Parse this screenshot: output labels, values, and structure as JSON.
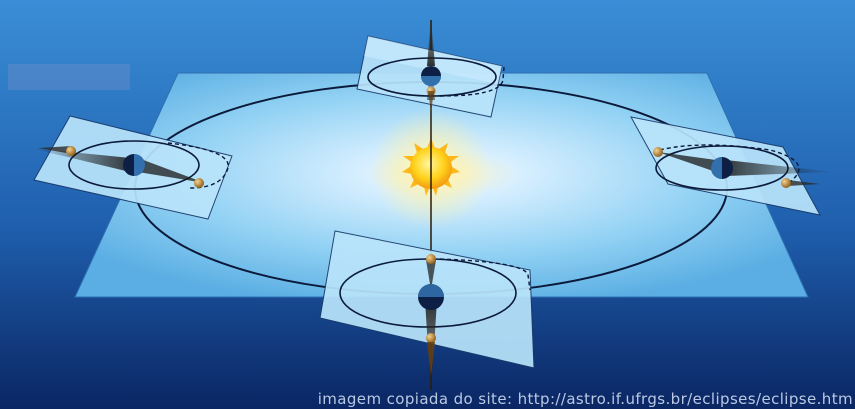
{
  "source_credit": "imagem copiada do site: http://astro.if.ufrgs.br/eclipses/eclipse.htm",
  "colors": {
    "background_top": "#2f7ec9",
    "background_bottom": "#0c2a6b",
    "ecliptic_plane": "#8fd0f4",
    "orbit_plane": "#b9e4fb",
    "orbit_line": "#0b1a3a",
    "sun": "#ffd21a",
    "moon": "#c58a2a",
    "earth_dark": "#0d1f45",
    "earth_lit": "#3a7fc0"
  },
  "icons": [
    "sun-icon",
    "earth-icon",
    "moon-icon"
  ],
  "config_labels": [
    "top",
    "left",
    "right",
    "bottom"
  ]
}
